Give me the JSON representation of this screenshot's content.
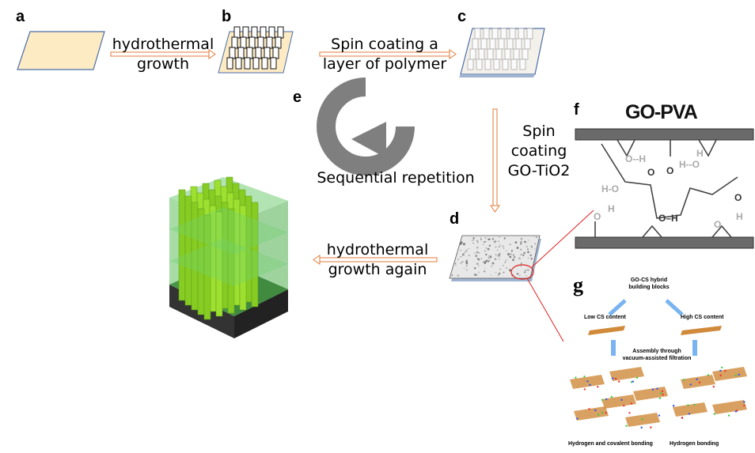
{
  "panels": {
    "a": {
      "label": "a"
    },
    "b": {
      "label": "b"
    },
    "c": {
      "label": "c"
    },
    "d": {
      "label": "d"
    },
    "e": {
      "label": "e",
      "caption": "Sequential repetition",
      "icon": "cycle-arrow-icon"
    },
    "f": {
      "label": "f",
      "title": "GO-PVA"
    },
    "g": {
      "label": "g",
      "top": "GO-CS hybrid",
      "top2": "building blocks",
      "left_branch": "Low CS content",
      "right_branch": "High CS content",
      "mid": "Assembly through",
      "mid2": "vacuum-assisted filtration",
      "bottom_left": "Hydrogen and covalent bonding",
      "bottom_right": "Hydrogen bonding"
    }
  },
  "steps": {
    "a_to_b": {
      "line1": "hydrothermal",
      "line2": "growth"
    },
    "b_to_c": {
      "line1": "Spin coating a",
      "line2": "layer of polymer"
    },
    "c_to_d": {
      "line1": "Spin",
      "line2": "coating",
      "line3": "GO-TiO2"
    },
    "d_to_final": {
      "line1": "hydrothermal",
      "line2": "growth again"
    }
  },
  "colors": {
    "arrow": "#e07b39",
    "substrate": "#fdebc4",
    "rod_green": "#8fd42a",
    "callout_red": "#e02020",
    "cycle_gray": "#7f7f7f"
  }
}
